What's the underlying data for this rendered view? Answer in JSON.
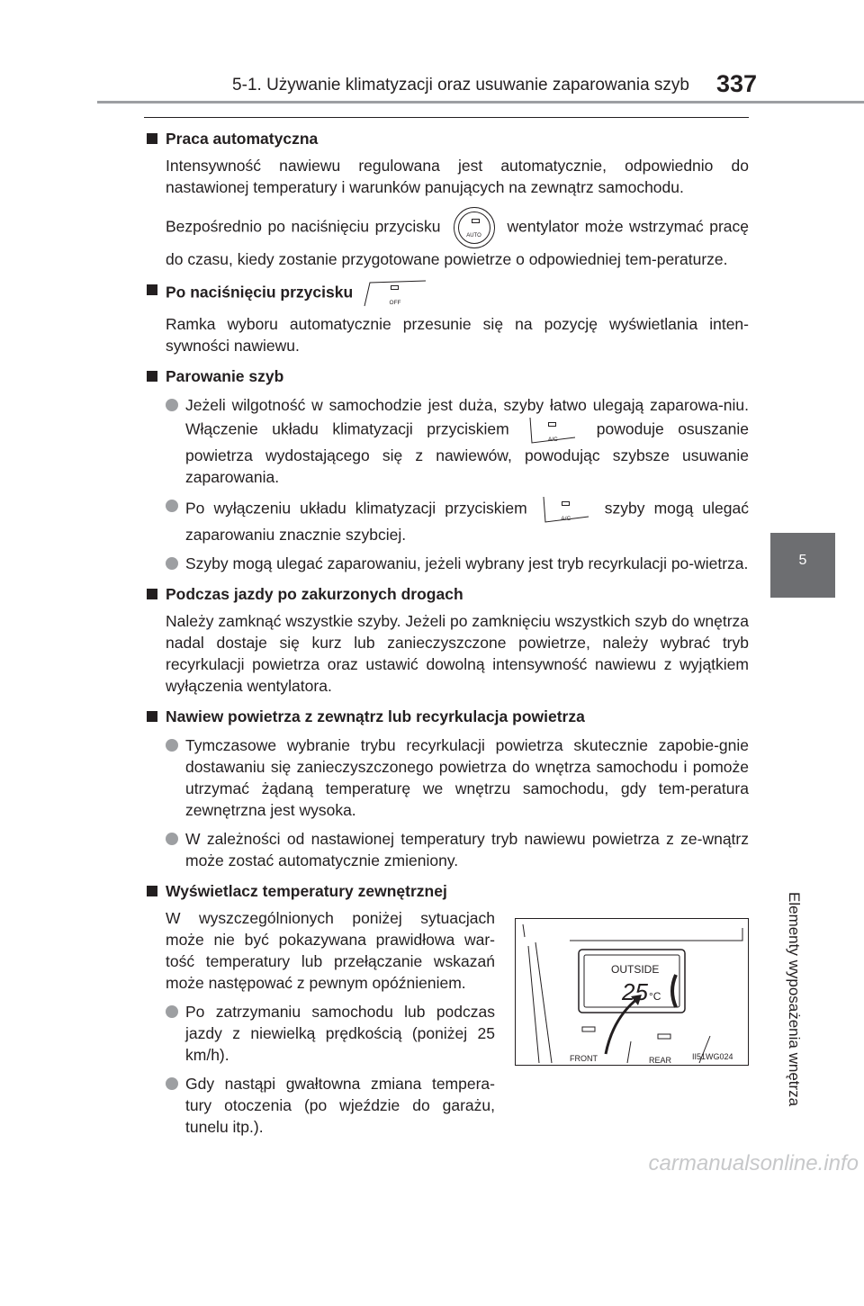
{
  "header": {
    "title": "5-1. Używanie klimatyzacji oraz usuwanie zaparowania szyb",
    "page_number": "337"
  },
  "side_tab": {
    "number": "5",
    "label": "Elementy wyposażenia wnętrza"
  },
  "sections": {
    "auto": {
      "heading": "Praca automatyczna",
      "p1": "Intensywność nawiewu regulowana jest automatycznie, odpowiednio do nastawionej temperatury i warunków panujących na zewnątrz samochodu.",
      "p2_before": "Bezpośrednio po naciśnięciu przycisku",
      "p2_after": "wentylator może wstrzymać",
      "p2_rest": "pracę do czasu, kiedy zostanie przygotowane powietrze o odpowiedniej tem-peraturze.",
      "auto_button_label": "AUTO"
    },
    "off": {
      "heading": "Po naciśnięciu przycisku",
      "off_button_label": "OFF",
      "p1": "Ramka wyboru automatycznie przesunie się na pozycję wyświetlania inten-sywności nawiewu."
    },
    "fog": {
      "heading": "Parowanie szyb",
      "b1_before": "Jeżeli wilgotność w samochodzie jest duża, szyby łatwo ulegają zaparowa-niu. Włączenie układu klimatyzacji przyciskiem",
      "b1_after": "powoduje osuszanie powietrza wydostającego się z nawiewów, powodując szybsze usuwanie zaparowania.",
      "b2_before": "Po wyłączeniu układu klimatyzacji przyciskiem",
      "b2_after": "szyby mogą ulegać zaparowaniu znacznie szybciej.",
      "b3": "Szyby mogą ulegać zaparowaniu, jeżeli wybrany jest tryb recyrkulacji po-wietrza.",
      "ac_button_label": "A/C"
    },
    "dust": {
      "heading": "Podczas jazdy po zakurzonych drogach",
      "p1": "Należy zamknąć wszystkie szyby. Jeżeli po zamknięciu wszystkich szyb do wnętrza nadal dostaje się kurz lub zanieczyszczone powietrze, należy wybrać tryb recyrkulacji powietrza oraz ustawić dowolną intensywność nawiewu z wyjątkiem wyłączenia wentylatora."
    },
    "recirc": {
      "heading": "Nawiew powietrza z zewnątrz lub recyrkulacja powietrza",
      "b1": "Tymczasowe wybranie trybu recyrkulacji powietrza skutecznie zapobie-gnie dostawaniu się zanieczyszczonego powietrza do wnętrza samochodu i pomoże utrzymać żądaną temperaturę we wnętrzu samochodu, gdy tem-peratura zewnętrzna jest wysoka.",
      "b2": "W zależności od nastawionej temperatury tryb nawiewu powietrza z ze-wnątrz może zostać automatycznie zmieniony."
    },
    "outside": {
      "heading": "Wyświetlacz temperatury zewnętrznej",
      "p1": "W wyszczególnionych poniżej sytuacjach może nie być pokazywana prawidłowa war-tość temperatury lub przełączanie wskazań może następować z pewnym opóźnieniem.",
      "b1": "Po zatrzymaniu samochodu lub podczas jazdy z niewielką prędkością (poniżej 25 km/h).",
      "b2": "Gdy nastąpi gwałtowna zmiana tempera-tury otoczenia (po wjeździe do garażu, tunelu itp.)."
    }
  },
  "figure": {
    "display_label": "OUTSIDE",
    "temperature": "25",
    "unit": "°C",
    "front_label": "FRONT",
    "rear_label": "REAR",
    "image_code": "II51WG024"
  },
  "watermark": "carmanualsonline.info",
  "colors": {
    "text": "#231f20",
    "tab": "#6d6e71",
    "rule": "#9d9fa2",
    "bullet": "#9d9fa2"
  }
}
